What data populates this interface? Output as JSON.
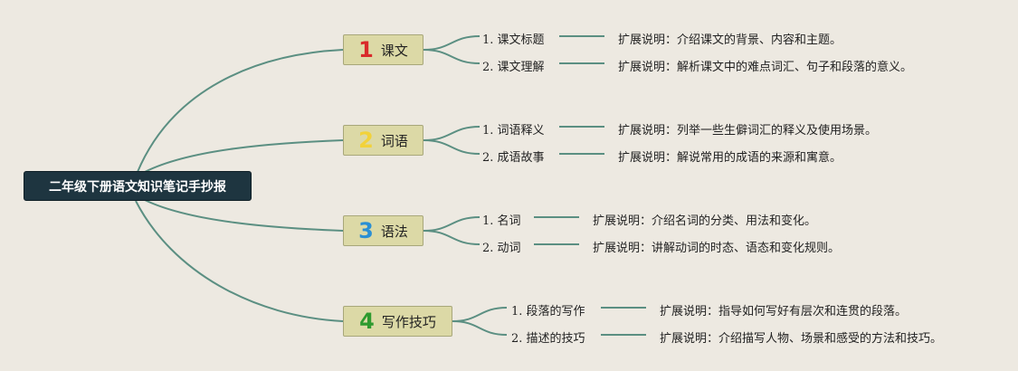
{
  "title": "二年级下册语文知识笔记手抄报",
  "colors": {
    "background": "#ede9e1",
    "root_fill": "#1e3540",
    "branch_fill": "#dcd9a6",
    "link": "#5b8f82",
    "num1": "#d92b2b",
    "num2": "#f2d23a",
    "num3": "#2a8fd4",
    "num4": "#2e9a2e"
  },
  "branches": [
    {
      "num": "1",
      "label": "课文",
      "items": [
        {
          "label": "1. 课文标题",
          "desc": "扩展说明：介绍课文的背景、内容和主题。"
        },
        {
          "label": "2. 课文理解",
          "desc": "扩展说明：解析课文中的难点词汇、句子和段落的意义。"
        }
      ]
    },
    {
      "num": "2",
      "label": "词语",
      "items": [
        {
          "label": "1. 词语释义",
          "desc": "扩展说明：列举一些生僻词汇的释义及使用场景。"
        },
        {
          "label": "2. 成语故事",
          "desc": "扩展说明：解说常用的成语的来源和寓意。"
        }
      ]
    },
    {
      "num": "3",
      "label": "语法",
      "items": [
        {
          "label": "1. 名词",
          "desc": "扩展说明：介绍名词的分类、用法和变化。"
        },
        {
          "label": "2. 动词",
          "desc": "扩展说明：讲解动词的时态、语态和变化规则。"
        }
      ]
    },
    {
      "num": "4",
      "label": "写作技巧",
      "items": [
        {
          "label": "1. 段落的写作",
          "desc": "扩展说明：指导如何写好有层次和连贯的段落。"
        },
        {
          "label": "2. 描述的技巧",
          "desc": "扩展说明：介绍描写人物、场景和感受的方法和技巧。"
        }
      ]
    }
  ]
}
